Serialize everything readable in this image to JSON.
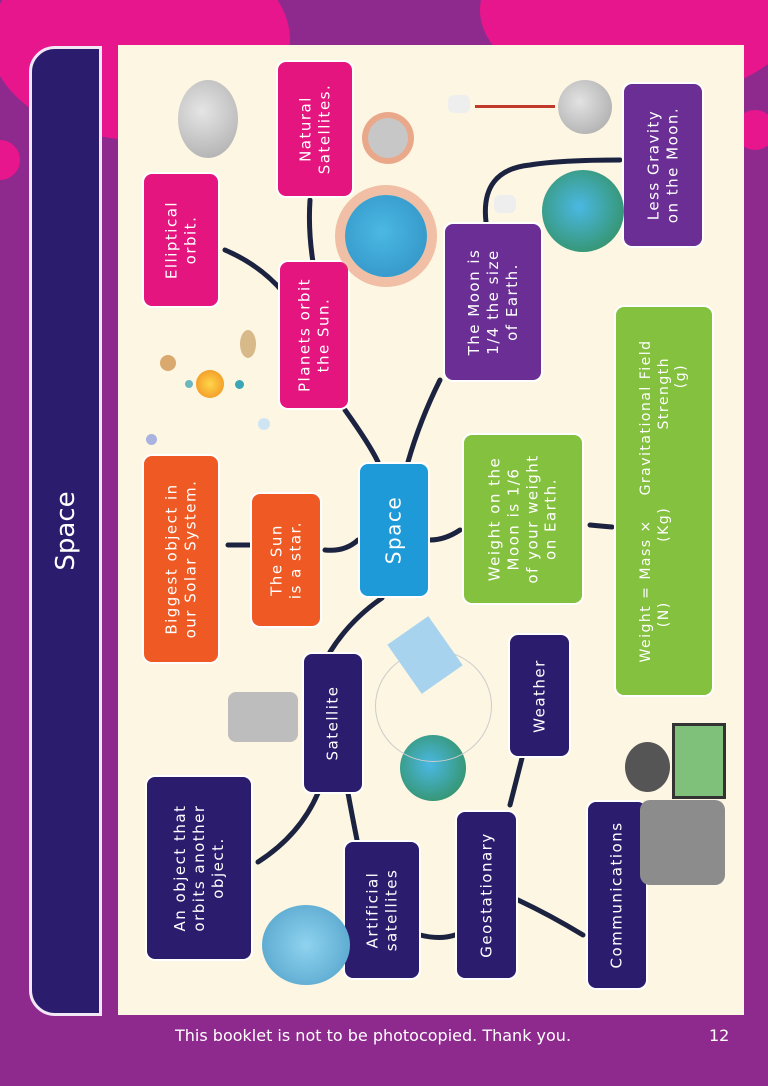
{
  "sidebar": {
    "title": "Space"
  },
  "nodes": {
    "space": "Space",
    "sun_star": "The Sun\nis a star.",
    "biggest": "Biggest object in\nour Solar System.",
    "planets_orbit": "Planets orbit\nthe Sun.",
    "elliptical": "Elliptical\norbit.",
    "natural": "Natural\nSatellites.",
    "moon_size": "The Moon is\n1/4 the size\nof Earth.",
    "less_gravity": "Less Gravity\non the Moon.",
    "weight_moon": "Weight on the\nMoon is 1/6\nof your weight\non Earth.",
    "formula": "Weight = Mass ×    Gravitational Field\n   (N)          (Kg)             Strength\n                                          (g)",
    "satellite": "Satellite",
    "object_orbits": "An object that\norbits another\nobject.",
    "artificial": "Artificial\nsatellites",
    "geostationary": "Geostationary",
    "weather": "Weather",
    "communications": "Communications"
  },
  "colors": {
    "background": "#8e2a8e",
    "accent_pink": "#e5157f",
    "orange": "#ef5a24",
    "blue": "#1e9ad8",
    "purple": "#6a2e95",
    "navy": "#2c1c6e",
    "green": "#84c13f",
    "panel": "#fdf6e3"
  },
  "footer": {
    "notice": "This booklet is not to be photocopied. Thank you.",
    "page_number": "12"
  }
}
